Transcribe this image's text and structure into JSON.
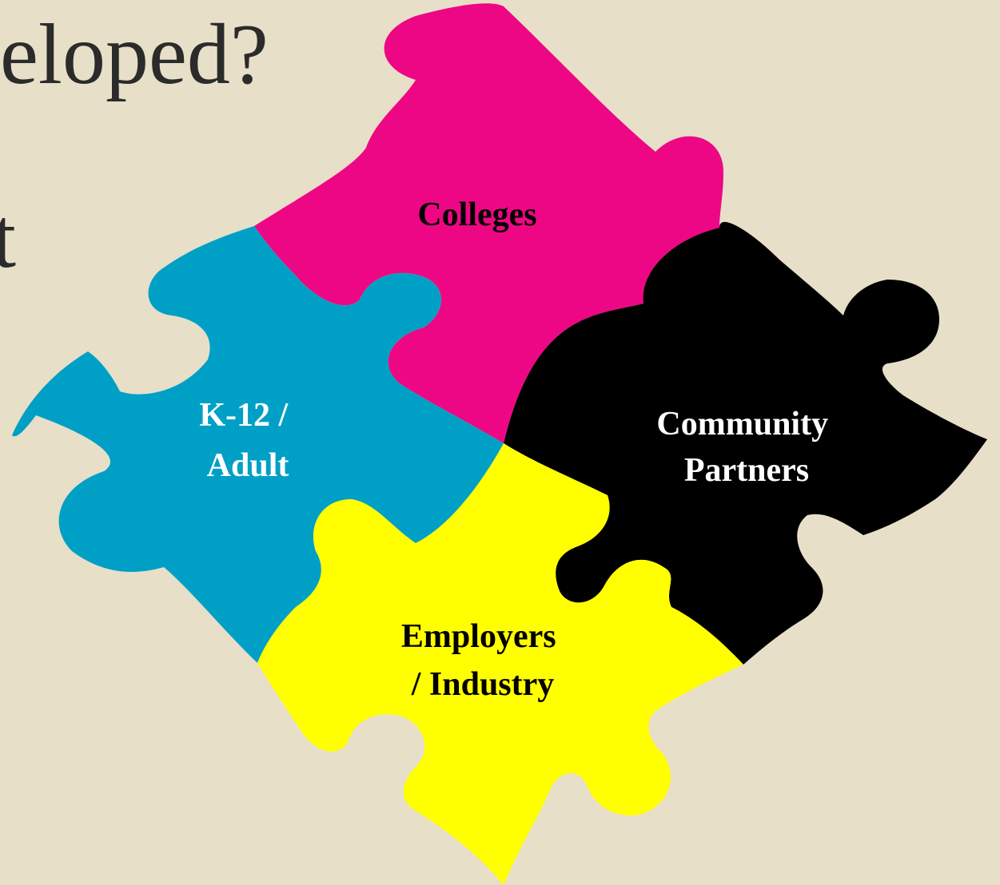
{
  "slide": {
    "title_line_1": "eloped?",
    "title_line_2": "t"
  },
  "colors": {
    "background": "#e7dfc8",
    "title_text": "#2b2b2b",
    "colleges": "#ee0784",
    "k12_adult": "#00a0c6",
    "community": "#000000",
    "employers": "#ffff00"
  },
  "pieces": {
    "colleges": {
      "lines": [
        "Colleges"
      ],
      "text_color": "#000000"
    },
    "k12_adult": {
      "lines": [
        "K-12 /",
        "Adult"
      ],
      "text_color": "#ffffff"
    },
    "community": {
      "lines": [
        "Community",
        "Partners"
      ],
      "text_color": "#ffffff"
    },
    "employers": {
      "lines": [
        "Employers",
        "/ Industry"
      ],
      "text_color": "#000000"
    }
  }
}
